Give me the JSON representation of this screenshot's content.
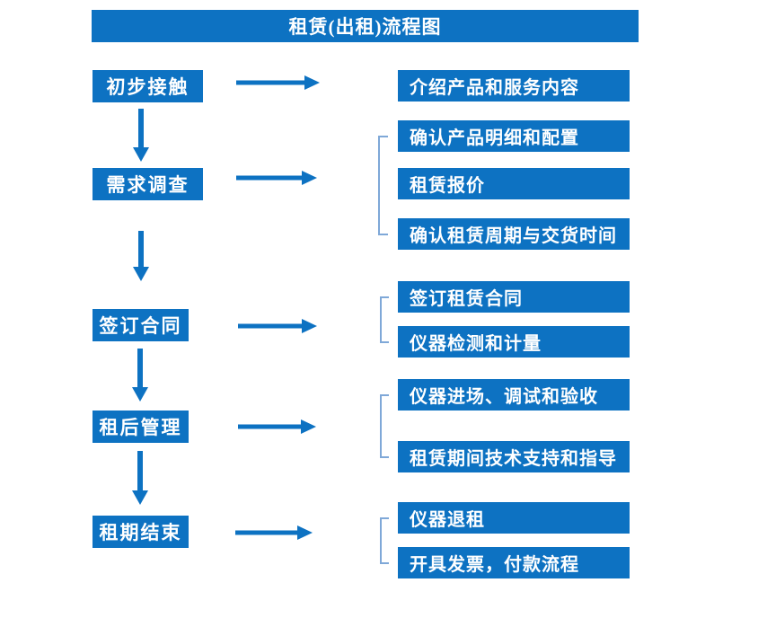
{
  "title": "租赁(出租)流程图",
  "colors": {
    "primary_blue": "#0d72c2",
    "bracket_blue": "#7fa8d8",
    "text": "#ffffff",
    "background": "#ffffff"
  },
  "steps": [
    {
      "label": "初步接触",
      "details": [
        "介绍产品和服务内容"
      ]
    },
    {
      "label": "需求调查",
      "details": [
        "确认产品明细和配置",
        "租赁报价",
        "确认租赁周期与交货时间"
      ]
    },
    {
      "label": "签订合同",
      "details": [
        "签订租赁合同",
        "仪器检测和计量"
      ]
    },
    {
      "label": "租后管理",
      "details": [
        "仪器进场、调试和验收",
        "租赁期间技术支持和指导"
      ]
    },
    {
      "label": "租期结束",
      "details": [
        "仪器退租",
        "开具发票，付款流程"
      ]
    }
  ]
}
